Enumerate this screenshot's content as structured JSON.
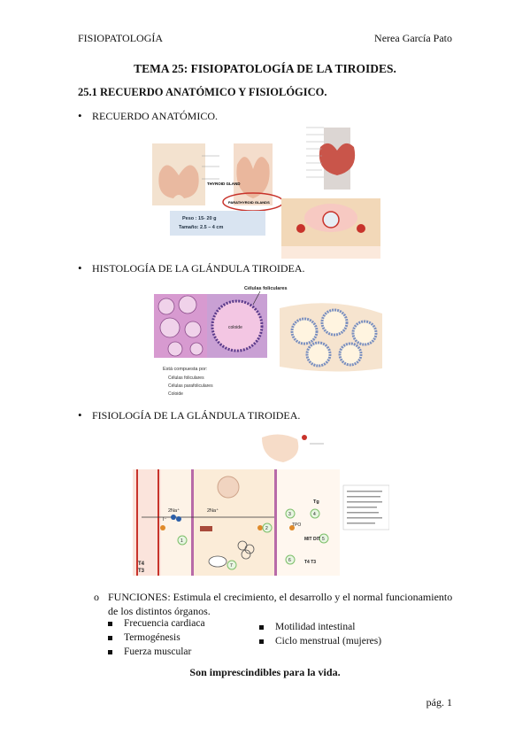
{
  "header": {
    "left": "FISIOPATOLOGÍA",
    "right": "Nerea García Pato"
  },
  "title": "TEMA 25: FISIOPATOLOGÍA DE LA TIROIDES.",
  "subtitle": "25.1 RECUERDO ANATÓMICO Y FISIOLÓGICO.",
  "bullets": [
    "RECUERDO ANATÓMICO.",
    "HISTOLOGÍA DE LA GLÁNDULA TIROIDEA.",
    "FISIOLOGÍA DE LA GLÁNDULA TIROIDEA."
  ],
  "figure1": {
    "labels": {
      "thyroid": "THYROID GLAND",
      "parathyroid": "PARATHYROID GLANDS",
      "weight": "Peso : 15- 20 g",
      "size": "Tamaño: 2.5 – 4 cm"
    }
  },
  "figure2": {
    "labels": {
      "follicular_cells": "Células foliculares",
      "colloid": "coloide",
      "composed": "Está compuesta por:"
    },
    "items": [
      "Células foliculares",
      "Células parafoliculares",
      "Coloide"
    ]
  },
  "figure3": {
    "labels": {
      "na": "2Na⁺",
      "i": "I⁻",
      "tpo": "TPO",
      "tg": "Tg",
      "mit_dit": "MIT DIT",
      "t4": "T4",
      "t3": "T3",
      "t4t3": "T4  T3"
    },
    "steps": [
      "1",
      "2",
      "3",
      "4",
      "5",
      "6",
      "7"
    ]
  },
  "functions": {
    "marker": "o",
    "text": "FUNCIONES: Estimula el crecimiento, el desarrollo y el normal funcionamiento de los distintos órganos.",
    "left_items": [
      "Frecuencia cardiaca",
      "Termogénesis",
      "Fuerza muscular"
    ],
    "right_items": [
      "Motilidad intestinal",
      "Ciclo menstrual (mujeres)"
    ]
  },
  "closing": "Son imprescindibles para la vida.",
  "page": "pág. 1",
  "colors": {
    "accent_red": "#c8332b",
    "beige": "#f2d8b8",
    "purple": "#b86aa8",
    "green": "#7dbf6a"
  }
}
